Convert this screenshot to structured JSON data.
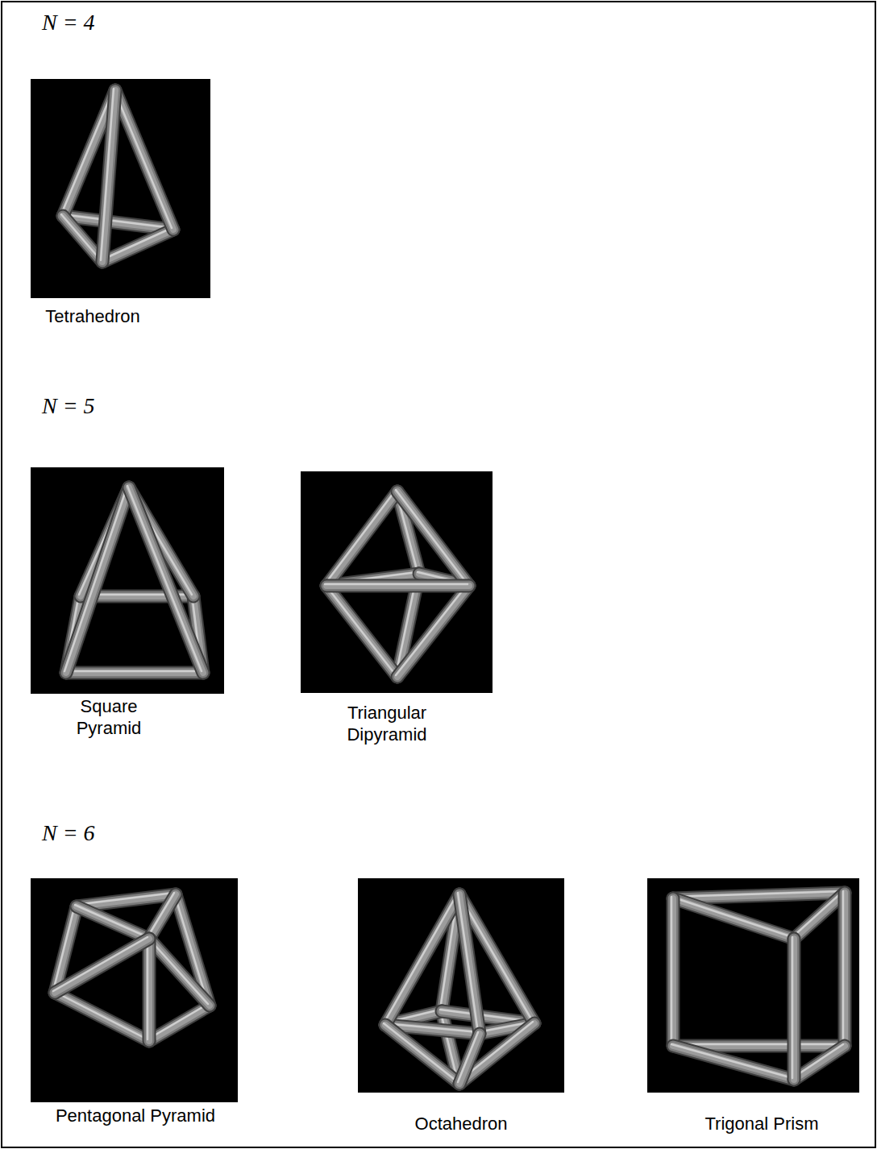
{
  "diagram": {
    "labels": [
      "N = 4",
      "Tetrahedron",
      "N = 5",
      "Square Pyramid",
      "Triangular Dipyramid",
      "N = 6",
      "Pentagonal Pyramid",
      "Octahedron",
      "Trigonal Prism"
    ]
  }
}
